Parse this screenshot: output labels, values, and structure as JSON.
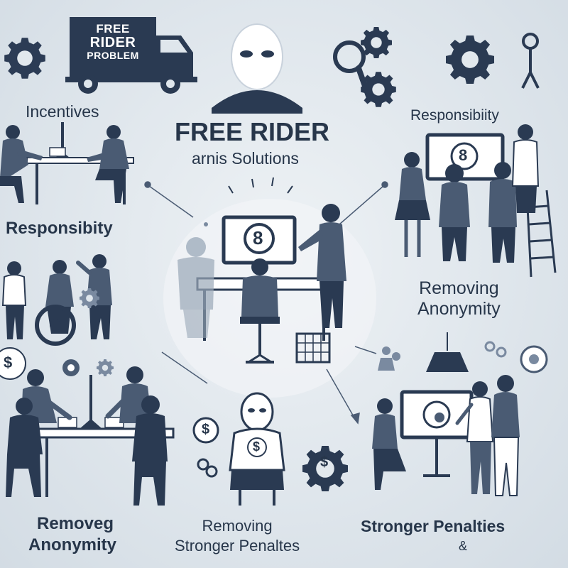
{
  "header": {
    "title": "FREE RIDER",
    "subtitle": "arnis Solutions"
  },
  "truck": {
    "line1": "FREE",
    "line2": "RIDER",
    "line3": "PROBLEM"
  },
  "labels": {
    "incentives": "Incentives",
    "responsibility_top": "Responsibiity",
    "responsibility_left": "Responsibity",
    "removing_anonymity_right_1": "Removing",
    "removing_anonymity_right_2": "Anonymity",
    "removing_anonymity_bottom_left_1": "Removeg",
    "removing_anonymity_bottom_left_2": "Anonymity",
    "removing_bottom_center_1": "Removing",
    "removing_bottom_center_2": "Stronger Penaltes",
    "stronger_penalties_right": "Stronger Penalties",
    "ampersand": "&"
  },
  "icons": {
    "dollar_left": "$",
    "monitor_symbol": "8",
    "coin_symbol": "$"
  },
  "colors": {
    "navy": "#2a3a52",
    "slate": "#4a5b73",
    "light_slate": "#7a8aa0",
    "background": "#e4eaef"
  }
}
